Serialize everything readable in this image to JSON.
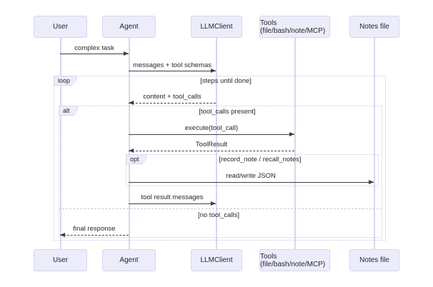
{
  "diagram": {
    "kind": "sequence-diagram",
    "colors": {
      "actor-fill": "#ECECFB",
      "actor-border": "#D6D6F0",
      "lifeline": "#D7D7EF",
      "frame-border": "#C6C6E6",
      "signal": "#3F3F3F",
      "text": "#27272A",
      "background": "#FFFFFF"
    },
    "actors": [
      {
        "label": "User"
      },
      {
        "label": "Agent"
      },
      {
        "label": "LLMClient"
      },
      {
        "label": "Tools (file/bash/note/MCP)"
      },
      {
        "label": "Notes file"
      }
    ],
    "frames": [
      {
        "label": "loop",
        "condition": "[steps until done]"
      },
      {
        "label": "alt",
        "condition": "[tool_calls present]",
        "else_condition": "[no tool_calls]"
      },
      {
        "label": "opt",
        "condition": "[record_note / recall_notes]"
      }
    ],
    "messages": [
      {
        "from": "User",
        "to": "Agent",
        "text": "complex task",
        "line": "solid"
      },
      {
        "from": "Agent",
        "to": "LLMClient",
        "text": "messages + tool schemas",
        "line": "solid"
      },
      {
        "from": "LLMClient",
        "to": "Agent",
        "text": "content + tool_calls",
        "line": "dashed"
      },
      {
        "from": "Agent",
        "to": "Tools (file/bash/note/MCP)",
        "text": "execute(tool_call)",
        "line": "solid"
      },
      {
        "from": "Tools (file/bash/note/MCP)",
        "to": "Agent",
        "text": "ToolResult",
        "line": "dashed"
      },
      {
        "from": "Agent",
        "to": "Notes file",
        "text": "read/write JSON",
        "line": "solid"
      },
      {
        "from": "Agent",
        "to": "LLMClient",
        "text": "tool result messages",
        "line": "solid"
      },
      {
        "from": "Agent",
        "to": "User",
        "text": "final response",
        "line": "dashed"
      }
    ]
  }
}
